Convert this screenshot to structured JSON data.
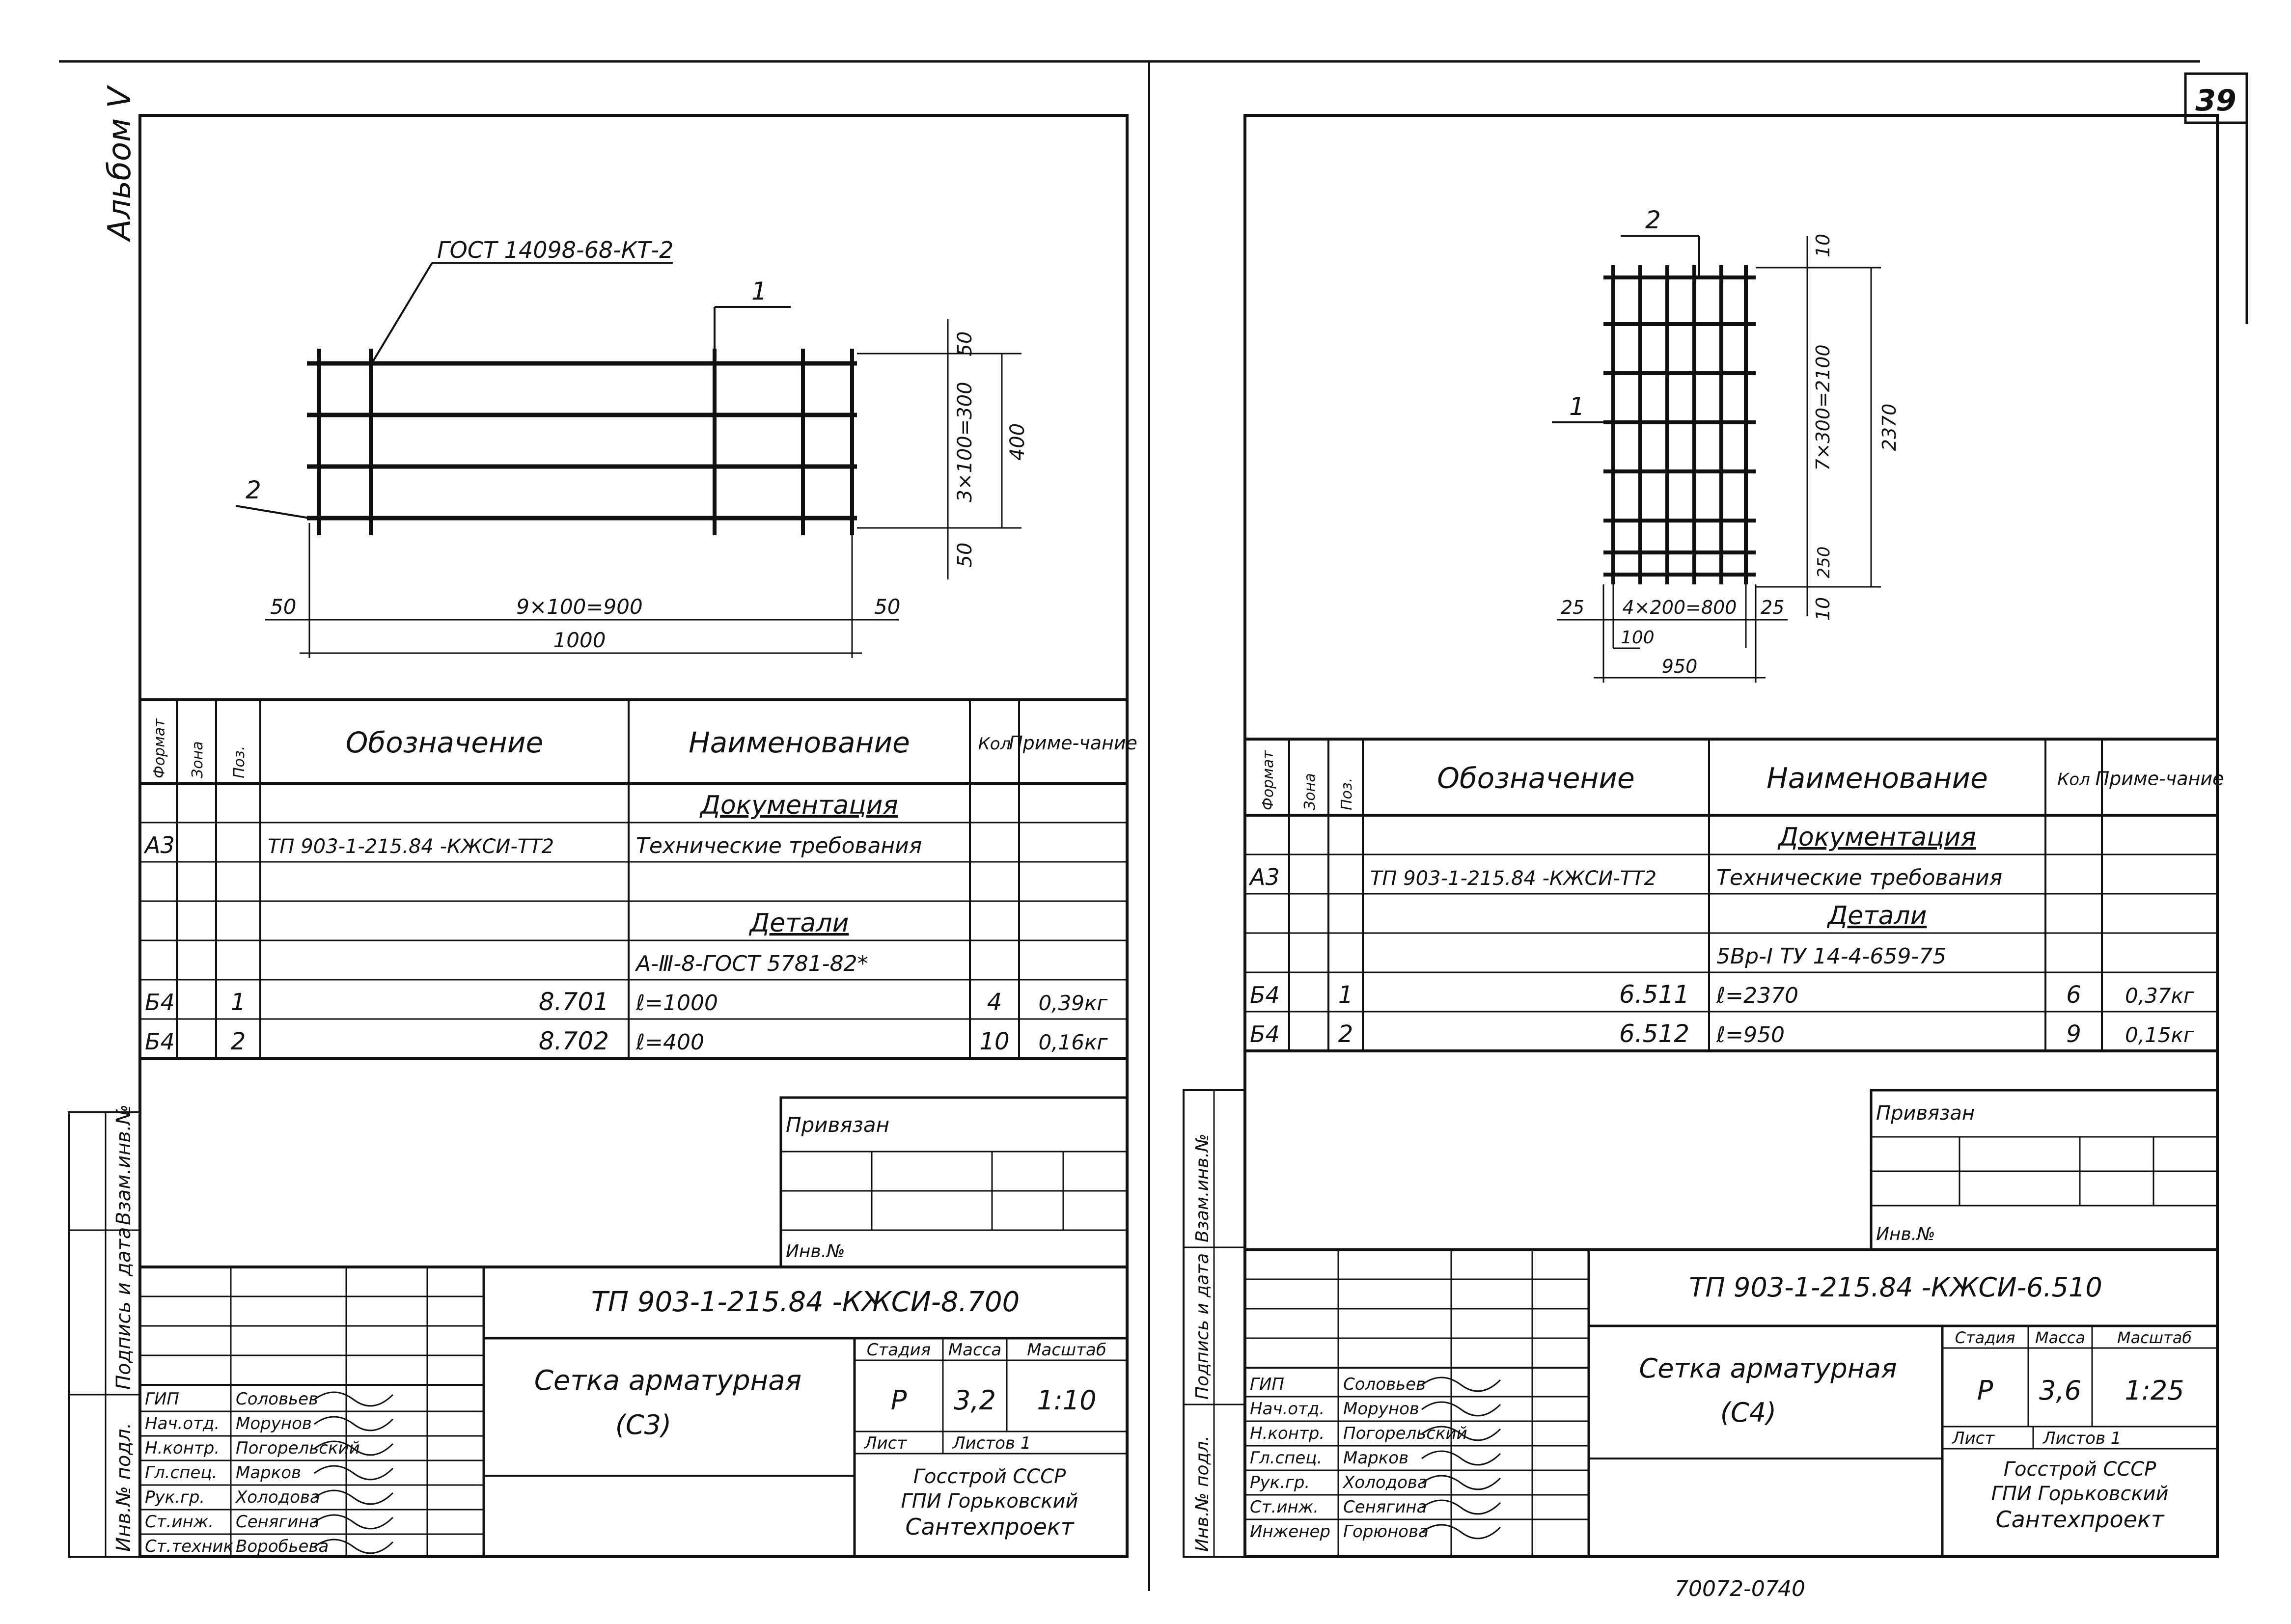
{
  "album_label": "Альбом V",
  "page_number": "39",
  "footer_code": "70072-07",
  "footer_page": "40",
  "left_sheet": {
    "gost_note": "ГОСТ 14098-68-КТ-2",
    "pos_1": "1",
    "pos_2": "2",
    "dims": {
      "top_50": "50",
      "spacing": "3×100=300",
      "height": "400",
      "bottom_50": "50",
      "left_50": "50",
      "bar_spacing": "9×100=900",
      "right_50": "50",
      "total": "1000"
    },
    "spec": {
      "headers": {
        "format": "Формат",
        "zone": "Зона",
        "pos": "Поз.",
        "designation": "Обозначение",
        "name": "Наименование",
        "qty": "Кол",
        "note": "Приме-чание"
      },
      "rows": [
        {
          "format": "",
          "pos": "",
          "designation": "",
          "name": "Документация",
          "qty": "",
          "note": "",
          "underline": true
        },
        {
          "format": "А3",
          "pos": "",
          "designation": "ТП 903-1-215.84 -КЖСИ-ТТ2",
          "name": "Технические требования",
          "qty": "",
          "note": ""
        },
        {
          "format": "",
          "pos": "",
          "designation": "",
          "name": "",
          "qty": "",
          "note": ""
        },
        {
          "format": "",
          "pos": "",
          "designation": "",
          "name": "Детали",
          "qty": "",
          "note": "",
          "underline": true
        },
        {
          "format": "",
          "pos": "",
          "designation": "",
          "name": "А-Ⅲ-8-ГОСТ 5781-82*",
          "qty": "",
          "note": ""
        },
        {
          "format": "Б4",
          "pos": "1",
          "designation": "8.701",
          "name": "ℓ=1000",
          "qty": "4",
          "note": "0,39кг"
        },
        {
          "format": "Б4",
          "pos": "2",
          "designation": "8.702",
          "name": "ℓ=400",
          "qty": "10",
          "note": "0,16кг"
        }
      ]
    },
    "privyazan": "Привязан",
    "inv_no": "Инв.№",
    "doc_code": "ТП 903-1-215.84  -КЖСИ-8.700",
    "title": "Сетка арматурная",
    "subtitle": "(С3)",
    "stage_label": "Стадия",
    "mass_label": "Масса",
    "scale_label": "Масштаб",
    "stage": "Р",
    "mass": "3,2",
    "scale": "1:10",
    "sheet_label": "Лист",
    "sheets_label": "Листов 1",
    "org": [
      "Госстрой СССР",
      "ГПИ Горьковский",
      "Сантехпроект"
    ],
    "staff": [
      {
        "role": "ГИП",
        "name": "Соловьев"
      },
      {
        "role": "Нач.отд.",
        "name": "Морунов"
      },
      {
        "role": "Н.контр.",
        "name": "Погорельский"
      },
      {
        "role": "Гл.спец.",
        "name": "Марков"
      },
      {
        "role": "Рук.гр.",
        "name": "Холодова"
      },
      {
        "role": "Ст.инж.",
        "name": "Сенягина"
      },
      {
        "role": "Ст.техник",
        "name": "Воробьева"
      }
    ]
  },
  "right_sheet": {
    "pos_1": "1",
    "pos_2": "2",
    "dims": {
      "top_10": "10",
      "spacing": "7×300=2100",
      "height": "2370",
      "d250": "250",
      "bottom_10": "10",
      "left_25": "25",
      "bar_spacing": "4×200=800",
      "right_25": "25",
      "d100": "100",
      "total": "950"
    },
    "spec": {
      "headers": {
        "format": "Формат",
        "zone": "Зона",
        "pos": "Поз.",
        "designation": "Обозначение",
        "name": "Наименование",
        "qty": "Кол",
        "note": "Приме-чание"
      },
      "rows": [
        {
          "format": "",
          "pos": "",
          "designation": "",
          "name": "Документация",
          "qty": "",
          "note": "",
          "underline": true
        },
        {
          "format": "А3",
          "pos": "",
          "designation": "ТП 903-1-215.84 -КЖСИ-ТТ2",
          "name": "Технические требования",
          "qty": "",
          "note": ""
        },
        {
          "format": "",
          "pos": "",
          "designation": "",
          "name": "Детали",
          "qty": "",
          "note": "",
          "underline": true
        },
        {
          "format": "",
          "pos": "",
          "designation": "",
          "name": "5Вр-Ⅰ ТУ 14-4-659-75",
          "qty": "",
          "note": ""
        },
        {
          "format": "Б4",
          "pos": "1",
          "designation": "6.511",
          "name": "ℓ=2370",
          "qty": "6",
          "note": "0,37кг"
        },
        {
          "format": "Б4",
          "pos": "2",
          "designation": "6.512",
          "name": "ℓ=950",
          "qty": "9",
          "note": "0,15кг"
        }
      ]
    },
    "privyazan": "Привязан",
    "inv_no": "Инв.№",
    "doc_code": "ТП 903-1-215.84   -КЖСИ-6.510",
    "title": "Сетка арматурная",
    "subtitle": "(С4)",
    "stage_label": "Стадия",
    "mass_label": "Масса",
    "scale_label": "Масштаб",
    "stage": "Р",
    "mass": "3,6",
    "scale": "1:25",
    "sheet_label": "Лист",
    "sheets_label": "Листов 1",
    "org": [
      "Госстрой СССР",
      "ГПИ Горьковский",
      "Сантехпроект"
    ],
    "staff": [
      {
        "role": "ГИП",
        "name": "Соловьев"
      },
      {
        "role": "Нач.отд.",
        "name": "Морунов"
      },
      {
        "role": "Н.контр.",
        "name": "Погорельский"
      },
      {
        "role": "Гл.спец.",
        "name": "Марков"
      },
      {
        "role": "Рук.гр.",
        "name": "Холодова"
      },
      {
        "role": "Ст.инж.",
        "name": "Сенягина"
      },
      {
        "role": "Инженер",
        "name": "Горюнова"
      }
    ]
  },
  "side_stamp": {
    "vzam": "Взам.инв.№",
    "podpis": "Подпись и дата",
    "inv_podl": "Инв.№ подл."
  }
}
